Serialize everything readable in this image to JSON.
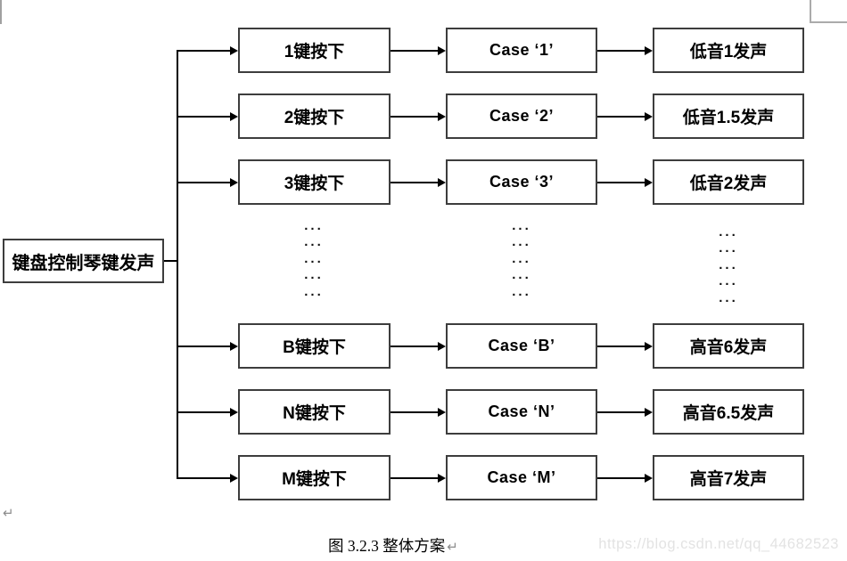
{
  "page": {
    "caption": "图 3.2.3 整体方案",
    "caption_return_mark": "↵",
    "paragraph_mark": "↵",
    "watermark": "https://blog.csdn.net/qq_44682523"
  },
  "colors": {
    "box_border": "#3d3d3d",
    "connector_line": "#000000",
    "text": "#000000",
    "watermark_text": "#e3e3e3",
    "formatting_mark": "#8c8c8c"
  },
  "diagram": {
    "root_label": "键盘控制琴键发声",
    "ellipsis": "...",
    "rows": [
      {
        "key_label": "1键按下",
        "case_label": "Case ‘1’",
        "sound_label": "低音1发声"
      },
      {
        "key_label": "2键按下",
        "case_label": "Case ‘2’",
        "sound_label": "低音1.5发声"
      },
      {
        "key_label": "3键按下",
        "case_label": "Case ‘3’",
        "sound_label": "低音2发声"
      },
      {
        "key_label": "B键按下",
        "case_label": "Case ‘B’",
        "sound_label": "高音6发声"
      },
      {
        "key_label": "N键按下",
        "case_label": "Case ‘N’",
        "sound_label": "高音6.5发声"
      },
      {
        "key_label": "M键按下",
        "case_label": "Case ‘M’",
        "sound_label": "高音7发声"
      }
    ]
  }
}
